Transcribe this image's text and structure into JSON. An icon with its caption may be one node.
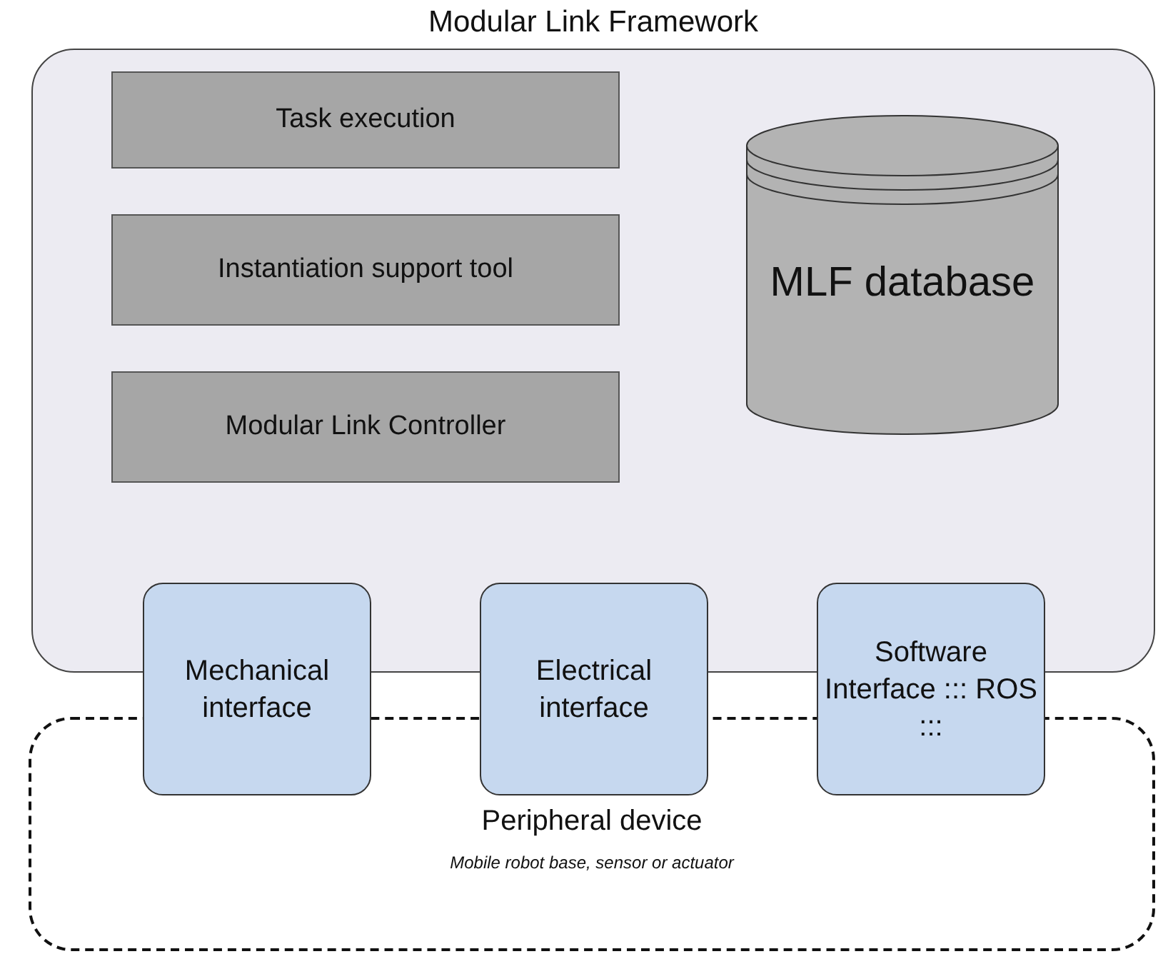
{
  "diagram": {
    "nodes": [
      {
        "text": [
          "Modular Link Framework"
        ]
      },
      {
        "text": [
          "Task execution"
        ],
        "in": 0
      },
      {
        "text": [
          "Instantiation support tool"
        ],
        "in": 0
      },
      {
        "text": [
          "Modular Link Controller"
        ],
        "in": 0
      },
      {
        "text": [
          "MLF database"
        ],
        "in": 0
      },
      {
        "text": [
          "Mechanical interface"
        ]
      },
      {
        "text": [
          "Electrical interface"
        ]
      },
      {
        "text": [
          "Software Interface ::: ROS :::"
        ]
      },
      {
        "text": [
          "Peripheral device",
          "Mobile robot base, sensor or actuator"
        ]
      }
    ]
  }
}
